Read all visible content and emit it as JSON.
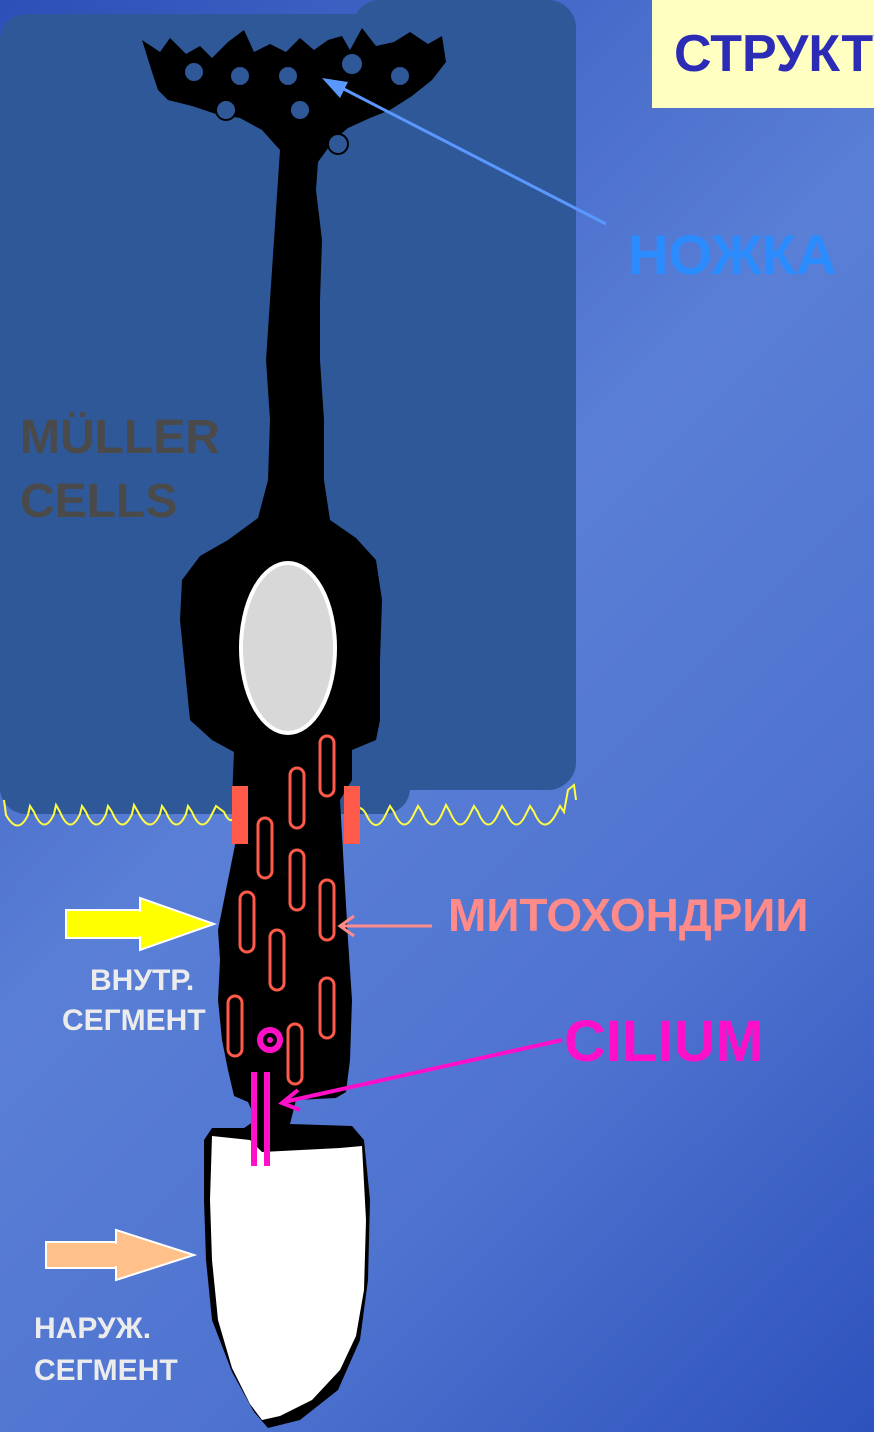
{
  "title": "СТРУКТУРА",
  "labels": {
    "foot": "НОЖКА",
    "muller_line1": "MÜLLER",
    "muller_line2": "CELLS",
    "mitochondria": "МИТОХОНДРИИ",
    "cilium": "CILIUM",
    "inner_line1": "ВНУТР.",
    "inner_line2": "СЕГМЕНТ",
    "outer_line1": "НАРУЖ.",
    "outer_line2": "СЕГМЕНТ"
  },
  "colors": {
    "muller_cells": "#2f5898",
    "cell_body": "#000000",
    "nucleus": "#d8d8d8",
    "mitochondria": "#ff5a4a",
    "cilium": "#ff10c8",
    "outer_segment": "#ffffff",
    "inner_arrow": "#ffff00",
    "outer_arrow": "#ffc08a",
    "foot_label": "#2a8cff",
    "mito_label": "#ff8a8a",
    "muller_label": "#4a4a4a"
  }
}
